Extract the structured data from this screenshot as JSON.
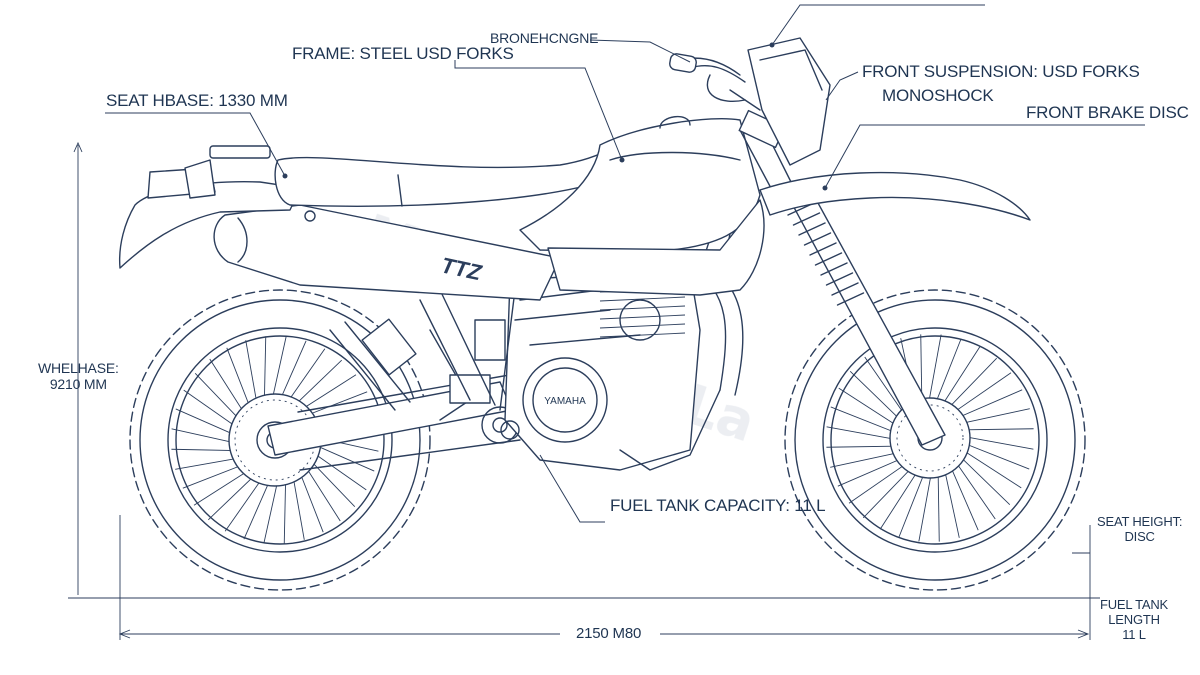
{
  "labels": {
    "frame": "FRAME: STEEL USD FORKS",
    "engine": "BRONEHCNGNE",
    "front_suspension": "FRONT SUSPENSION: USD FORKS",
    "monoshock": "MONOSHOCK",
    "seat_base": "SEAT HBASE: 1330 MM",
    "front_brake": "FRONT BRAKE DISC",
    "wheelbase_line1": "WHELHASE:",
    "wheelbase_line2": "9210 MM",
    "fuel_tank_capacity": "FUEL TANK CAPACITY: 11 L",
    "seat_height_line1": "SEAT HEIGHT:",
    "seat_height_line2": "DISC",
    "fuel_tank_length_line1": "FUEL TANK",
    "fuel_tank_length_line2": "LENGTH",
    "fuel_tank_length_line3": "11 L",
    "overall_length": "2150 M80",
    "engine_case_brand": "YAMAHA",
    "tank_decal": "TTZ"
  },
  "colors": {
    "ink": "#2c3e5c",
    "text": "#1f3552",
    "background": "#ffffff",
    "watermark": "#e6e9ee"
  }
}
